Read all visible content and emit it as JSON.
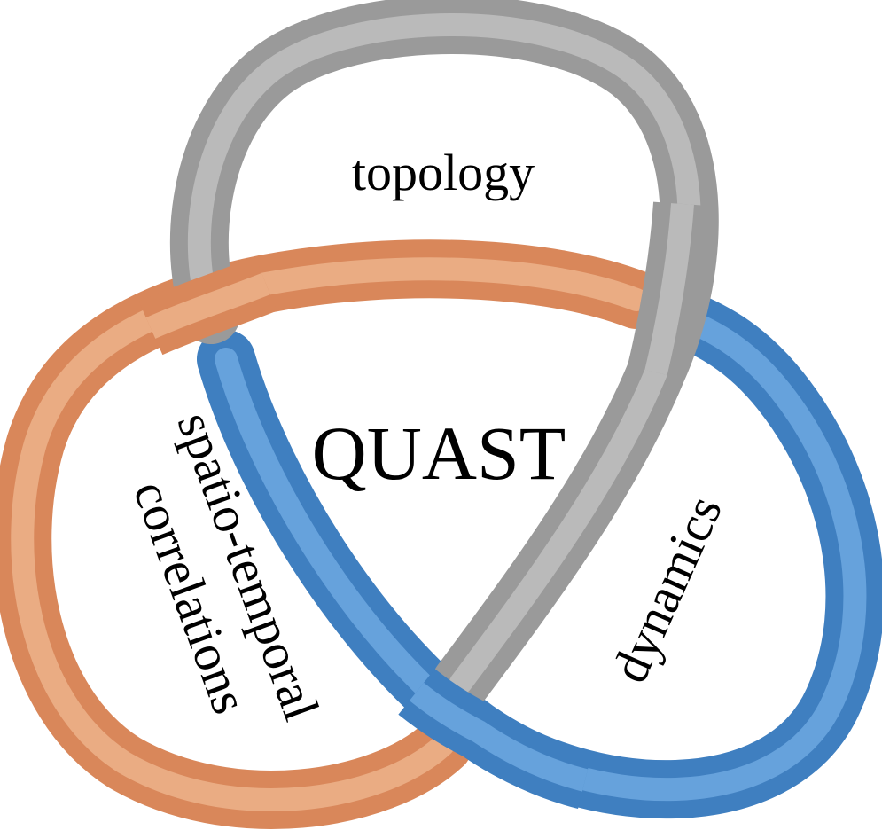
{
  "diagram": {
    "center_label": "QUAST",
    "labels": {
      "top": "topology",
      "left_line1": "spatio-temporal",
      "left_line2": "correlations",
      "right": "dynamics"
    },
    "rings": {
      "gray": {
        "name": "topology-ring",
        "color": "#9a9a9a",
        "highlight": "#c4c4c4"
      },
      "orange": {
        "name": "spatio-temporal-correlations-ring",
        "color": "#d9875a",
        "highlight": "#efb892"
      },
      "blue": {
        "name": "dynamics-ring",
        "color": "#3f7fc0",
        "highlight": "#74aee6"
      }
    }
  }
}
